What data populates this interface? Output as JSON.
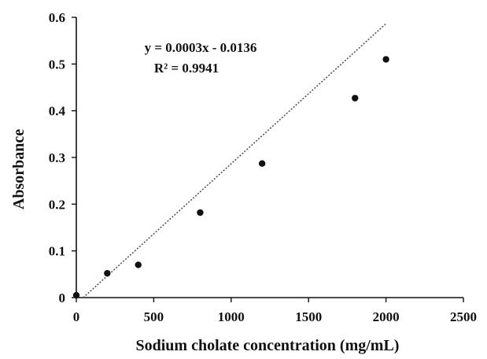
{
  "chart_data": {
    "type": "scatter",
    "xlabel": "Sodium cholate concentration (mg/mL)",
    "ylabel": "Absorbance",
    "xlim": [
      0,
      2500
    ],
    "ylim": [
      0,
      0.6
    ],
    "xticks": [
      0,
      500,
      1000,
      1500,
      2000,
      2500
    ],
    "yticks": [
      0,
      0.1,
      0.2,
      0.3,
      0.4,
      0.5,
      0.6
    ],
    "xtick_labels": [
      "0",
      "500",
      "1000",
      "1500",
      "2000",
      "2500"
    ],
    "ytick_labels": [
      "0",
      "0.1",
      "0.2",
      "0.3",
      "0.4",
      "0.5",
      "0.6"
    ],
    "grid": false,
    "legend": "none",
    "series": [
      {
        "x": [
          0,
          200,
          400,
          800,
          1200,
          1800,
          2000
        ],
        "y": [
          0.005,
          0.052,
          0.07,
          0.182,
          0.287,
          0.427,
          0.51
        ],
        "marker": "circle",
        "color": "#111111"
      }
    ],
    "trendline": {
      "style": "dotted",
      "slope": 0.0003,
      "intercept": -0.0136,
      "x_range": [
        45,
        2000
      ],
      "color": "#555555"
    },
    "annotations": [
      "y = 0.0003x - 0.0136",
      "R² = 0.9941"
    ]
  }
}
